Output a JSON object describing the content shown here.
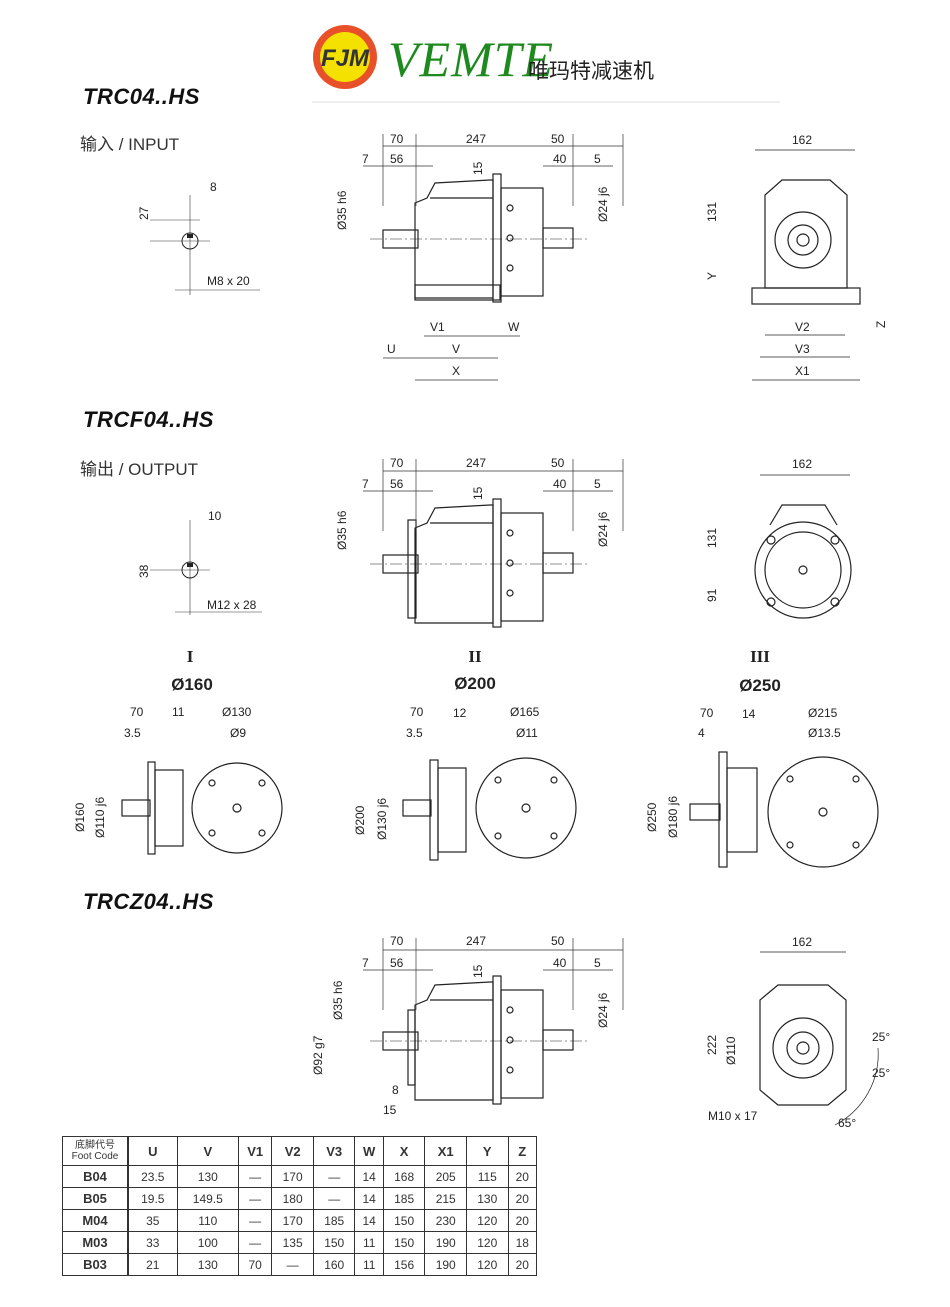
{
  "header": {
    "logo_letters": "FJM",
    "brand": "VEMTE",
    "brand_cn": "唯玛特减速机",
    "brand_color": "#1e8a1e",
    "logo_ring": "#e8502a",
    "logo_fill": "#f5e100"
  },
  "sections": [
    {
      "title": "TRC04..HS",
      "subtitle": "输入 / INPUT",
      "shaft": [
        "8",
        "27",
        "M8 x 20"
      ],
      "side": [
        "70",
        "247",
        "50",
        "7",
        "56",
        "15",
        "40",
        "5",
        "Ø35 h6",
        "Ø24 j6",
        "V1",
        "W",
        "U",
        "V",
        "X"
      ],
      "end": [
        "162",
        "131",
        "Y",
        "Z",
        "V2",
        "V3",
        "X1"
      ]
    },
    {
      "title": "TRCF04..HS",
      "subtitle": "输出 / OUTPUT",
      "shaft": [
        "10",
        "38",
        "M12 x 28"
      ],
      "side": [
        "70",
        "247",
        "50",
        "7",
        "56",
        "15",
        "40",
        "5",
        "Ø35 h6",
        "Ø24 j6"
      ],
      "end": [
        "162",
        "131",
        "91"
      ]
    },
    {
      "title": "TRCZ04..HS",
      "side": [
        "70",
        "247",
        "50",
        "7",
        "56",
        "15",
        "40",
        "5",
        "Ø35 h6",
        "Ø24 j6",
        "Ø92 g7",
        "8",
        "15"
      ],
      "end": [
        "162",
        "222",
        "Ø110",
        "25°",
        "25°",
        "M10 x 17",
        "65°"
      ]
    }
  ],
  "flanges": [
    {
      "roman": "I",
      "size": "Ø160",
      "labels": [
        "70",
        "11",
        "Ø130",
        "3.5",
        "Ø9",
        "Ø160",
        "Ø110 j6"
      ]
    },
    {
      "roman": "II",
      "size": "Ø200",
      "labels": [
        "70",
        "12",
        "Ø165",
        "3.5",
        "Ø11",
        "Ø200",
        "Ø130 j6"
      ]
    },
    {
      "roman": "III",
      "size": "Ø250",
      "labels": [
        "70",
        "14",
        "Ø215",
        "4",
        "Ø13.5",
        "Ø250",
        "Ø180 j6"
      ]
    }
  ],
  "table": {
    "corner_cn": "底脚代号",
    "corner_en": "Foot Code",
    "headers": [
      "U",
      "V",
      "V1",
      "V2",
      "V3",
      "W",
      "X",
      "X1",
      "Y",
      "Z"
    ],
    "rows": [
      [
        "B04",
        "23.5",
        "130",
        "—",
        "170",
        "—",
        "14",
        "168",
        "205",
        "115",
        "20"
      ],
      [
        "B05",
        "19.5",
        "149.5",
        "—",
        "180",
        "—",
        "14",
        "185",
        "215",
        "130",
        "20"
      ],
      [
        "M04",
        "35",
        "110",
        "—",
        "170",
        "185",
        "14",
        "150",
        "230",
        "120",
        "20"
      ],
      [
        "M03",
        "33",
        "100",
        "—",
        "135",
        "150",
        "11",
        "150",
        "190",
        "120",
        "18"
      ],
      [
        "B03",
        "21",
        "130",
        "70",
        "—",
        "160",
        "11",
        "156",
        "190",
        "120",
        "20"
      ]
    ]
  }
}
